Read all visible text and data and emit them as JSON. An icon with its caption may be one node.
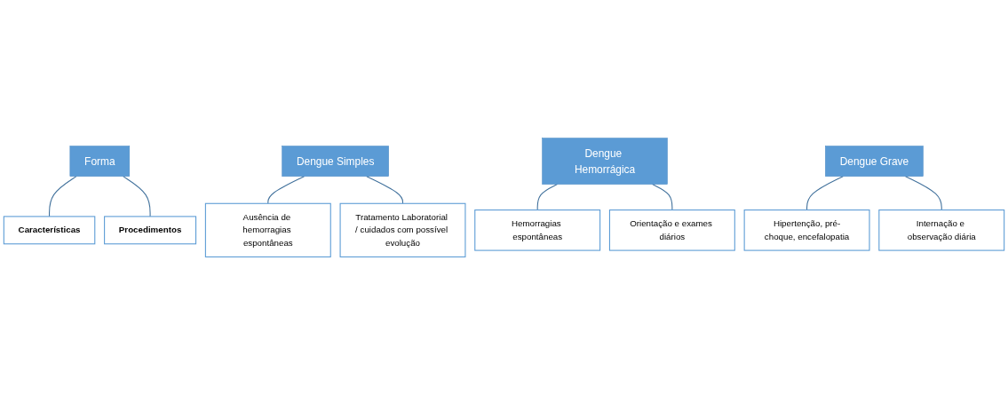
{
  "diagram": {
    "nodes": [
      {
        "text": [
          "Forma"
        ]
      },
      {
        "text": [
          "Características"
        ]
      },
      {
        "text": [
          "Procedimentos"
        ]
      },
      {
        "text": [
          "Dengue Simples"
        ]
      },
      {
        "text": [
          "Ausência de hemorragias espontâneas"
        ]
      },
      {
        "text": [
          "Tratamento Laboratorial / cuidados com possível evolução"
        ]
      },
      {
        "text": [
          "Dengue Hemorrágica"
        ]
      },
      {
        "text": [
          "Hemorragias espontâneas"
        ]
      },
      {
        "text": [
          "Orientação e exames diários"
        ]
      },
      {
        "text": [
          "Dengue Grave"
        ]
      },
      {
        "text": [
          "Hipertenção, pré-choque, encefalopatia"
        ]
      },
      {
        "text": [
          "Internação e observação diária"
        ]
      }
    ],
    "edges": [
      {
        "from": 0,
        "to": 1,
        "arrow": "none"
      },
      {
        "from": 0,
        "to": 2,
        "arrow": "none"
      },
      {
        "from": 3,
        "to": 4,
        "arrow": "none"
      },
      {
        "from": 3,
        "to": 5,
        "arrow": "none"
      },
      {
        "from": 6,
        "to": 7,
        "arrow": "none"
      },
      {
        "from": 6,
        "to": 8,
        "arrow": "none"
      },
      {
        "from": 9,
        "to": 10,
        "arrow": "none"
      },
      {
        "from": 9,
        "to": 11,
        "arrow": "none"
      }
    ]
  }
}
